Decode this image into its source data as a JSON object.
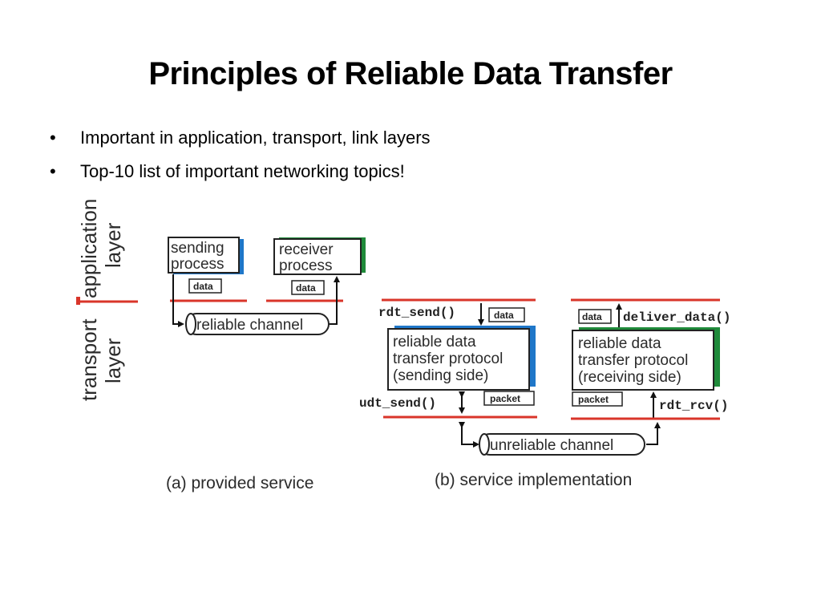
{
  "slide": {
    "title": "Principles of Reliable Data Transfer",
    "bullets": [
      {
        "marker": "•",
        "text": "Important in application, transport, link layers"
      },
      {
        "marker": "•",
        "text": "Top-10 list of important networking topics!"
      }
    ]
  },
  "figure": {
    "layer_labels": {
      "application": "application",
      "application_2": "layer",
      "transport": "transport",
      "transport_2": "layer"
    },
    "part_a": {
      "sending_1": "sending",
      "sending_2": "process",
      "receiver_1": "receiver",
      "receiver_2": "process",
      "data_left": "data",
      "data_right": "data",
      "channel": "reliable channel",
      "caption": "(a)  provided service"
    },
    "part_b": {
      "rdt_send": "rdt_send()",
      "data_send": "data",
      "deliver_data": "deliver_data()",
      "data_recv": "data",
      "send_box_1": "reliable data",
      "send_box_2": "transfer protocol",
      "send_box_3": "(sending side)",
      "recv_box_1": "reliable data",
      "recv_box_2": "transfer protocol",
      "recv_box_3": "(receiving side)",
      "udt_send": "udt_send()",
      "packet_send": "packet",
      "packet_recv": "packet",
      "rdt_rcv": "rdt_rcv()",
      "channel": "unreliable channel",
      "caption": "(b) service implementation"
    },
    "colors": {
      "layer_line": "#d9352a",
      "blue_shadow": "#1f77c9",
      "green_shadow": "#1f8a3a"
    }
  }
}
